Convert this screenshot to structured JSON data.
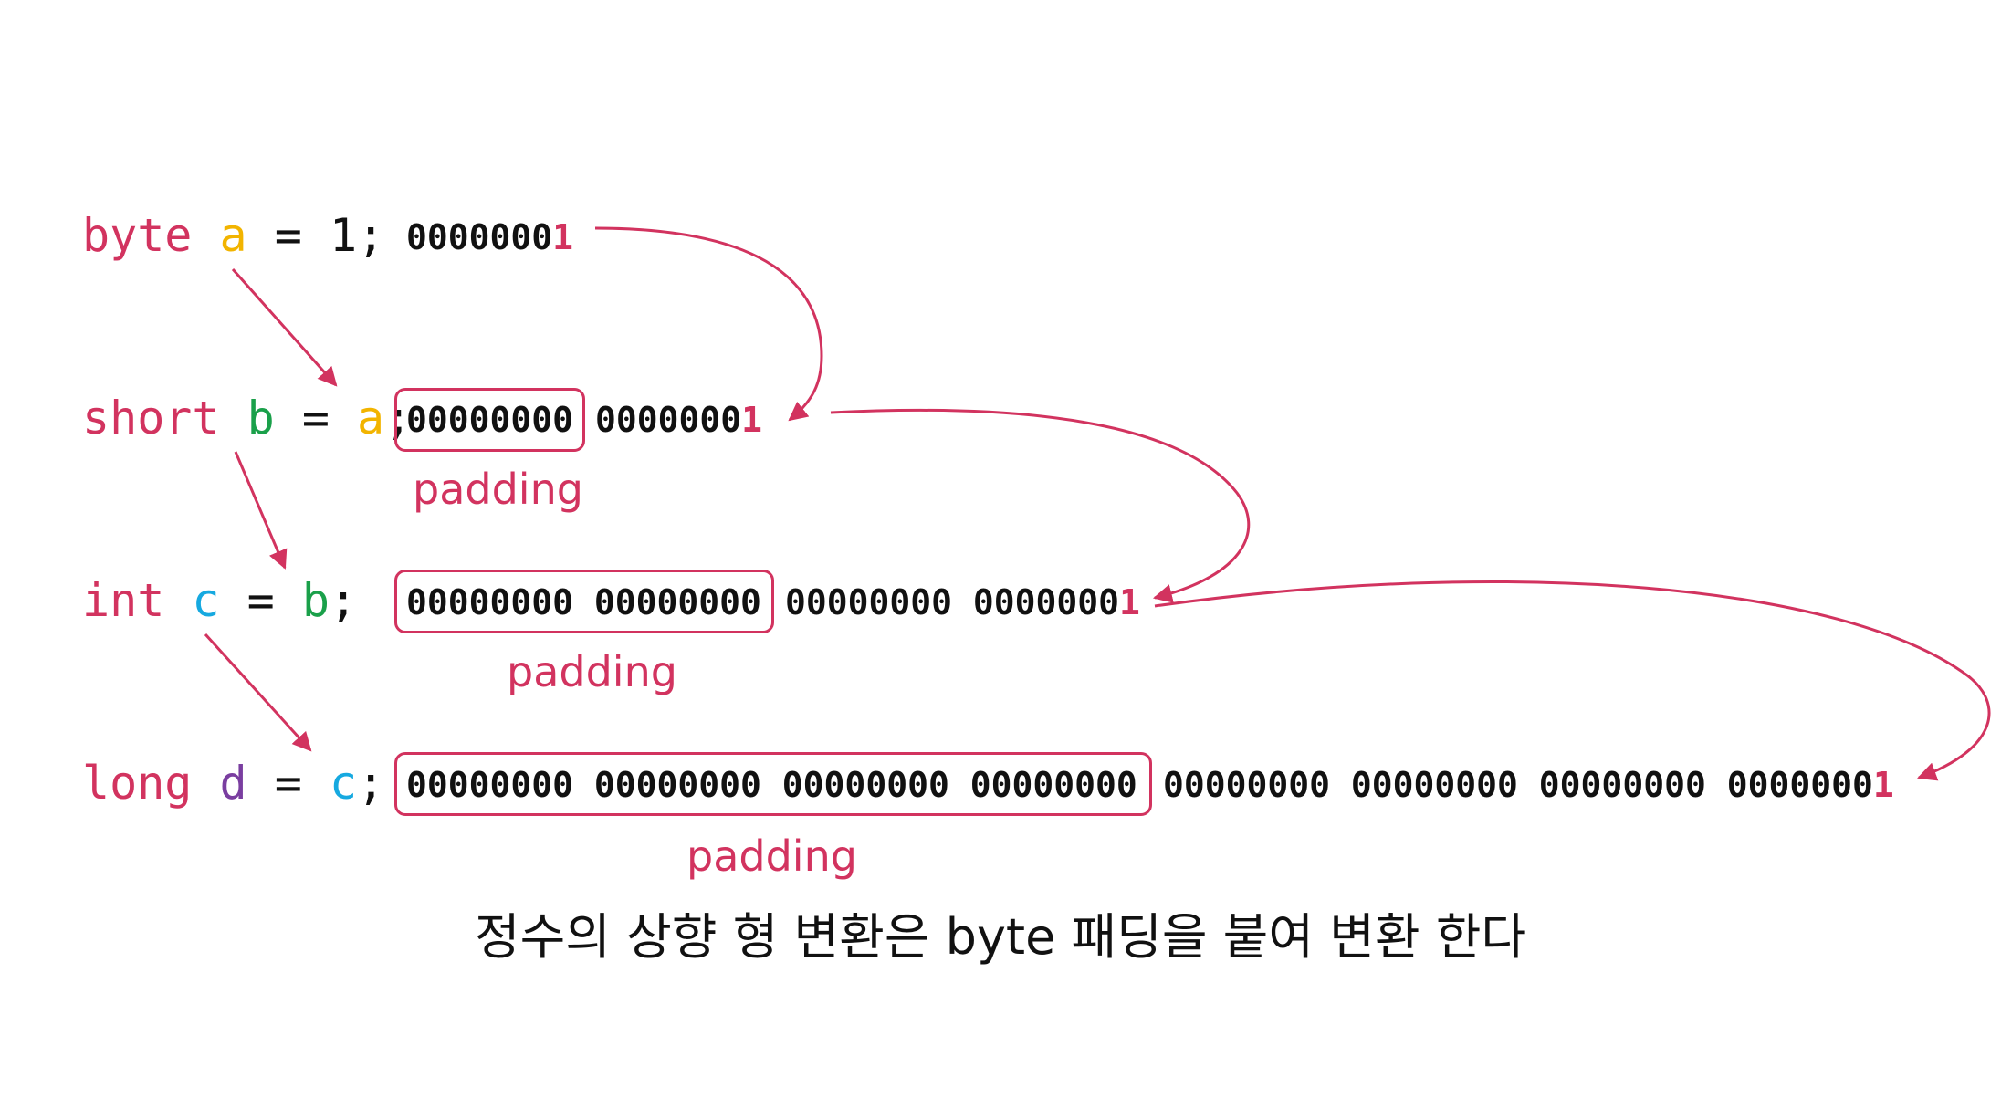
{
  "colors": {
    "keyword": "#d2335f",
    "var_a": "#f2b400",
    "var_b": "#1aa04a",
    "var_c": "#16a9e0",
    "var_d": "#7a3ea0",
    "text": "#111111",
    "accent": "#d2335f"
  },
  "rows": [
    {
      "type": "byte",
      "var": "a",
      "eq": " = ",
      "rhs": "1",
      "semi": ";",
      "bits": {
        "padding": "",
        "value": "0000000",
        "last": "1"
      }
    },
    {
      "type": "short",
      "var": "b",
      "eq": " = ",
      "rhs": "a",
      "semi": ";",
      "bits": {
        "padding": "00000000",
        "value": "0000000",
        "last": "1"
      },
      "padding_label": "padding"
    },
    {
      "type": "int",
      "var": "c",
      "eq": " = ",
      "rhs": "b",
      "semi": ";",
      "bits": {
        "padding": "00000000 00000000",
        "value": "00000000 0000000",
        "last": "1"
      },
      "padding_label": "padding"
    },
    {
      "type": "long",
      "var": "d",
      "eq": " = ",
      "rhs": "c",
      "semi": ";",
      "bits": {
        "padding": "00000000 00000000 00000000 00000000",
        "value": "00000000 00000000 00000000 0000000",
        "last": "1"
      },
      "padding_label": "padding"
    }
  ],
  "caption": "정수의 상향 형 변환은 byte 패딩을 붙여 변환 한다"
}
